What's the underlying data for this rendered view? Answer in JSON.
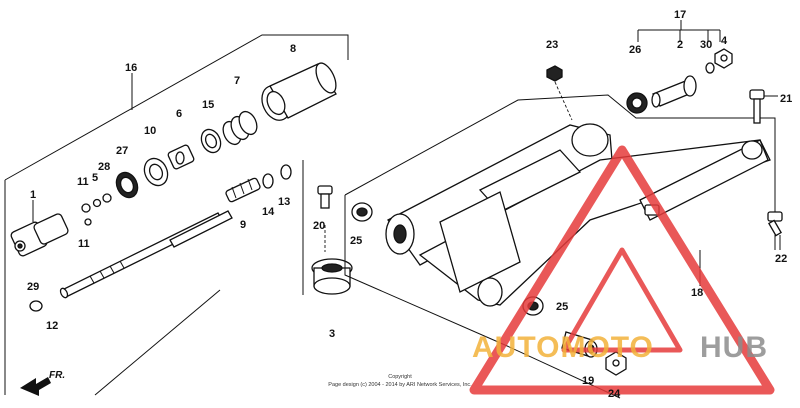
{
  "parts": {
    "p1": "1",
    "p2": "2",
    "p3": "3",
    "p4": "4",
    "p5": "5",
    "p6": "6",
    "p7": "7",
    "p8": "8",
    "p9": "9",
    "p10": "10",
    "p11a": "11",
    "p11b": "11",
    "p12": "12",
    "p13": "13",
    "p14": "14",
    "p15": "15",
    "p16": "16",
    "p17": "17",
    "p18": "18",
    "p19": "19",
    "p20": "20",
    "p21": "21",
    "p22": "22",
    "p23": "23",
    "p24": "24",
    "p25a": "25",
    "p25b": "25",
    "p26": "26",
    "p27": "27",
    "p28": "28",
    "p29": "29",
    "p30": "30"
  },
  "direction_label": "FR.",
  "copyright": {
    "line1": "Copyright",
    "line2": "Page design (c) 2004 - 2014 by ARI Network Services, Inc."
  },
  "watermark": {
    "part1": "AUTOMOTO",
    "part2": "HUB",
    "color_orange": "#f2b23a",
    "color_gray": "#8c8c8c",
    "color_red": "#e63b3b"
  }
}
